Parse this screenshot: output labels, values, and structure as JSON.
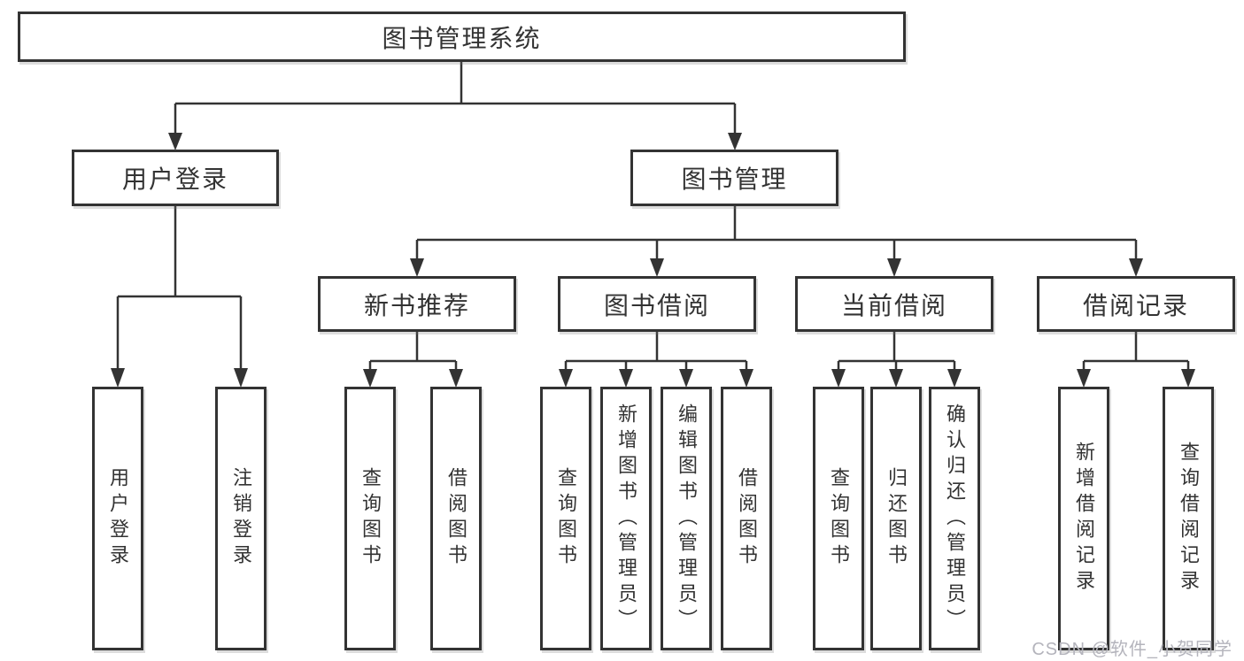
{
  "diagram": {
    "root": {
      "label": "图书管理系统"
    },
    "level2": {
      "user_login": {
        "label": "用户登录"
      },
      "book_mgmt": {
        "label": "图书管理"
      }
    },
    "level3": {
      "new_book_rec": {
        "label": "新书推荐"
      },
      "book_borrow": {
        "label": "图书借阅"
      },
      "current_borrow": {
        "label": "当前借阅"
      },
      "borrow_record": {
        "label": "借阅记录"
      }
    },
    "leaves": {
      "user_login_leaf": {
        "label": "用户登录"
      },
      "logout": {
        "label": "注销登录"
      },
      "nb_query": {
        "label": "查询图书"
      },
      "nb_borrow": {
        "label": "借阅图书"
      },
      "bb_query": {
        "label": "查询图书"
      },
      "bb_add": {
        "label": "新增图书（管理员）"
      },
      "bb_edit": {
        "label": "编辑图书（管理员）"
      },
      "bb_borrow": {
        "label": "借阅图书"
      },
      "cb_query": {
        "label": "查询图书"
      },
      "cb_return": {
        "label": "归还图书"
      },
      "cb_confirm": {
        "label": "确认归还（管理员）"
      },
      "br_add": {
        "label": "新增借阅记录"
      },
      "br_query": {
        "label": "查询借阅记录"
      }
    },
    "colors": {
      "line": "#333333",
      "box_border": "#333333",
      "text": "#333333",
      "watermark_text": "#b4b4bc"
    },
    "watermark": "CSDN @软件_小贺同学"
  }
}
